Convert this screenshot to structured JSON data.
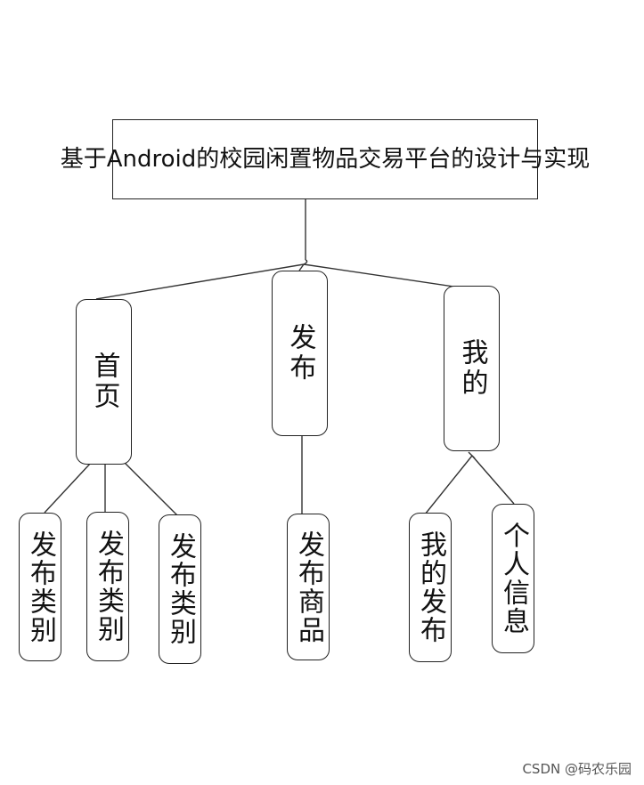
{
  "root": {
    "line1": "基于Android的校园闲置物品交易",
    "line2": "平台的设计与实现"
  },
  "level1": {
    "home": "首页",
    "publish": "发布",
    "mine": "我的"
  },
  "level2": {
    "home_child_1": "发布类别",
    "home_child_2": "发布类别",
    "home_child_3": "发布类别",
    "publish_child_1": "发布商品",
    "mine_child_1": "我的发布",
    "mine_child_2": "个人信息"
  },
  "watermark": "CSDN @码农乐园"
}
